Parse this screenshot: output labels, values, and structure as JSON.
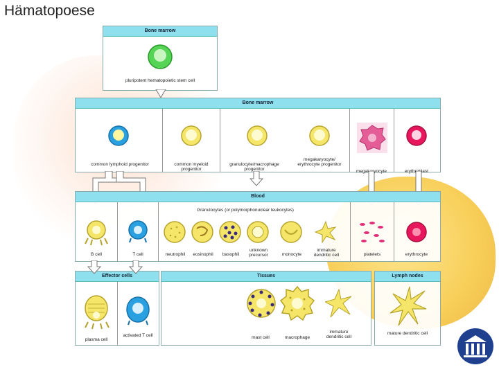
{
  "page": {
    "title": "Hämatopoese"
  },
  "panels": {
    "top_marrow": {
      "title": "Bone marrow",
      "stem_label": "pluripotent hematopoietic stem cell"
    },
    "marrow": {
      "title": "Bone marrow",
      "cells": [
        {
          "label": "common lymphoid progenitor"
        },
        {
          "label": "common myeloid progenitor"
        },
        {
          "label": "granulocyte/macrophage progenitor"
        },
        {
          "label": "megakaryocyte/ erythrocyte progenitor"
        },
        {
          "label": "megakaryocyte"
        },
        {
          "label": "erythroblast"
        }
      ]
    },
    "blood": {
      "title": "Blood",
      "granulocytes_label": "Granulocytes (or polymorphonuclear leukocytes)",
      "cells": [
        {
          "label": "B cell"
        },
        {
          "label": "T cell"
        },
        {
          "label": "neutrophil"
        },
        {
          "label": "eosinophil"
        },
        {
          "label": "basophil"
        },
        {
          "label": "unknown precursor"
        },
        {
          "label": "monocyte"
        },
        {
          "label": "immature dendritic cell"
        },
        {
          "label": "platelets"
        },
        {
          "label": "erythrocyte"
        }
      ]
    },
    "effector": {
      "title": "Effector cells",
      "cells": [
        {
          "label": "plasma cell"
        },
        {
          "label": "activated T cell"
        }
      ]
    },
    "tissues": {
      "title": "Tissues",
      "cells": [
        {
          "label": "mast cell"
        },
        {
          "label": "macrophage"
        },
        {
          "label": "immature dendritic cell"
        }
      ]
    },
    "lymph": {
      "title": "Lymph nodes",
      "cells": [
        {
          "label": "mature dendritic cell"
        }
      ]
    }
  },
  "colors": {
    "header": "#8fe0ee",
    "yellow_cell": "#f5e66a",
    "blue_cell": "#2aa0e0",
    "green_cell": "#44cc44",
    "red_cell": "#e8175d",
    "pink": "#e0307a"
  }
}
